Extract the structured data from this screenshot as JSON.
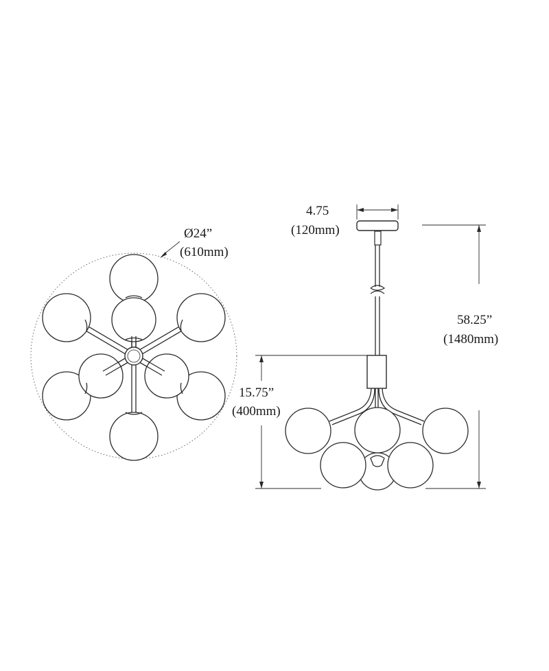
{
  "top_view": {
    "diameter_label": "Ø24”",
    "diameter_metric": "(610mm)"
  },
  "side_view": {
    "canopy_width_label": "4.75",
    "canopy_width_metric": "(120mm)",
    "overall_height_label": "58.25”",
    "overall_height_metric": "(1480mm)",
    "body_height_label": "15.75”",
    "body_height_metric": "(400mm)"
  }
}
